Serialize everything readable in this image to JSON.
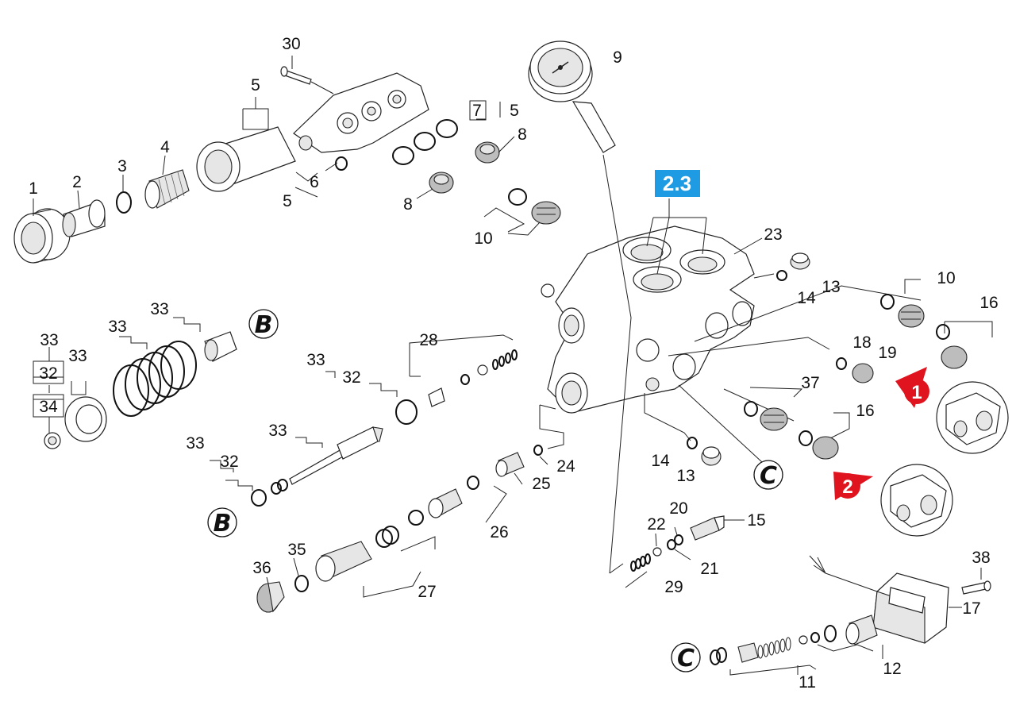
{
  "section_label": "2.3",
  "colors": {
    "section_label_bg": "#1e9be3",
    "marker_red": "#e0141e",
    "lines": "#222222"
  },
  "labels": {
    "l1": "1",
    "l2": "2",
    "l3": "3",
    "l4": "4",
    "l5a": "5",
    "l5b": "5",
    "l5c": "5",
    "l6": "6",
    "l7": "7",
    "l8a": "8",
    "l8b": "8",
    "l9": "9",
    "l10a": "10",
    "l10b": "10",
    "l11": "11",
    "l12": "12",
    "l13a": "13",
    "l13b": "13",
    "l14a": "14",
    "l14b": "14",
    "l15": "15",
    "l16a": "16",
    "l16b": "16",
    "l17": "17",
    "l18": "18",
    "l19": "19",
    "l20": "20",
    "l21": "21",
    "l22": "22",
    "l23": "23",
    "l24": "24",
    "l25": "25",
    "l26": "26",
    "l27": "27",
    "l28": "28",
    "l29": "29",
    "l30": "30",
    "l32a": "32",
    "l32b": "32",
    "l32c": "32",
    "l33a": "33",
    "l33b": "33",
    "l33c": "33",
    "l33d": "33",
    "l33e": "33",
    "l33f": "33",
    "l33g": "33",
    "l34": "34",
    "l35": "35",
    "l36": "36",
    "l37": "37",
    "l38": "38"
  },
  "refs": {
    "b1": "B",
    "b2": "B",
    "c1": "C",
    "c2": "C"
  },
  "markers": {
    "m1": "1",
    "m2": "2"
  },
  "icons": [
    "arrow-marker-icon",
    "detail-view-icon",
    "pressure-gauge-icon"
  ]
}
